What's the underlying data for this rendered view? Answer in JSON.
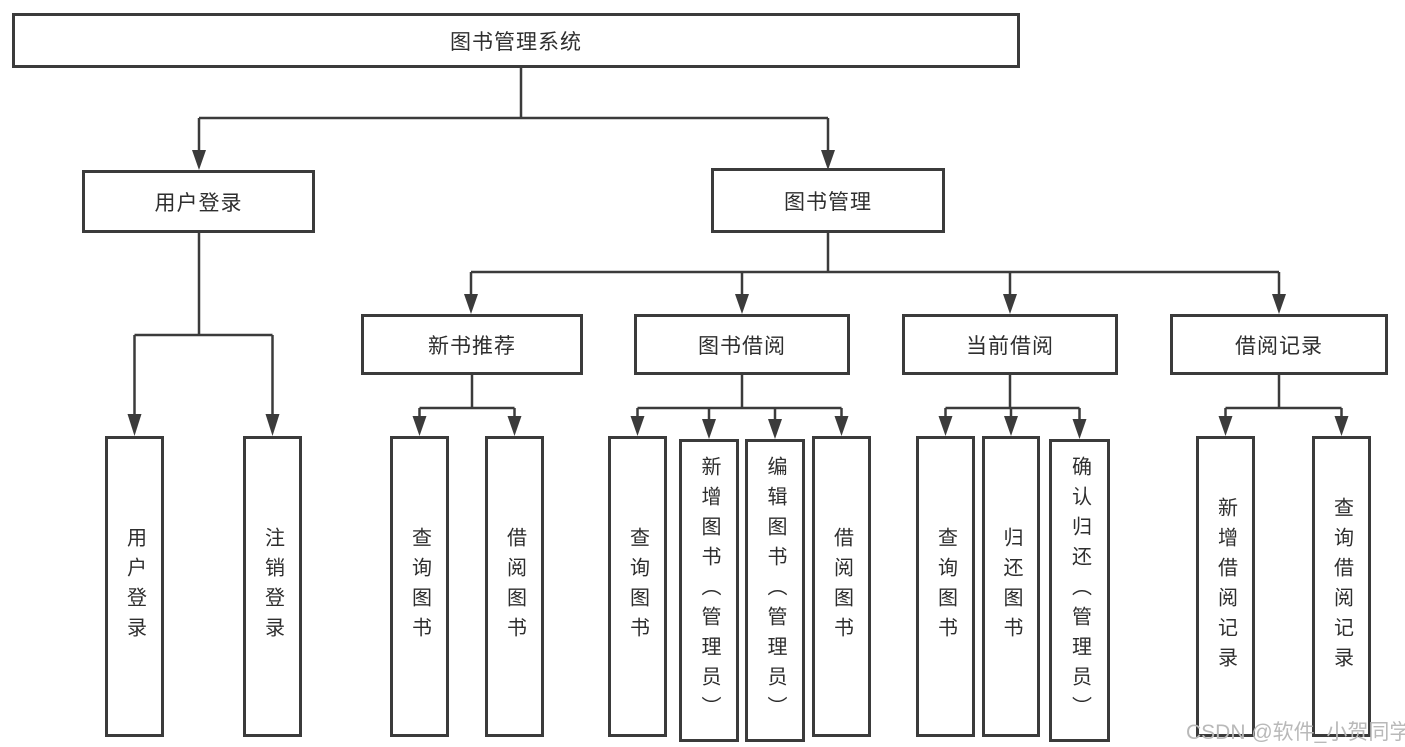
{
  "diagram": {
    "type": "hierarchy-tree",
    "title": "图书管理系统",
    "watermark": "CSDN @软件_小贺同学",
    "colors": {
      "line": "#3b3b3b",
      "box_border": "#3b3b3b",
      "box_fill": "#ffffff",
      "text": "#2e2e2e",
      "watermark": "#b9b9b9",
      "background": "#ffffff"
    },
    "nodes": {
      "root": {
        "label": "图书管理系统"
      },
      "user_login": {
        "label": "用户登录"
      },
      "book_mgmt": {
        "label": "图书管理"
      },
      "new_book_rec": {
        "label": "新书推荐"
      },
      "book_borrow": {
        "label": "图书借阅"
      },
      "current_borrow": {
        "label": "当前借阅"
      },
      "borrow_records": {
        "label": "借阅记录"
      },
      "leaf_user_login": {
        "label": "用户登录"
      },
      "leaf_logout": {
        "label": "注销登录"
      },
      "leaf_query_book_1": {
        "label": "查询图书"
      },
      "leaf_borrow_book_1": {
        "label": "借阅图书"
      },
      "leaf_query_book_2": {
        "label": "查询图书"
      },
      "leaf_add_book": {
        "label": "新增图书（管理员）"
      },
      "leaf_edit_book": {
        "label": "编辑图书（管理员）"
      },
      "leaf_borrow_book_2": {
        "label": "借阅图书"
      },
      "leaf_query_book_3": {
        "label": "查询图书"
      },
      "leaf_return_book": {
        "label": "归还图书"
      },
      "leaf_confirm_return": {
        "label": "确认归还（管理员）"
      },
      "leaf_add_record": {
        "label": "新增借阅记录"
      },
      "leaf_query_record": {
        "label": "查询借阅记录"
      }
    },
    "hierarchy": {
      "图书管理系统": {
        "用户登录": [
          "用户登录",
          "注销登录"
        ],
        "图书管理": {
          "新书推荐": [
            "查询图书",
            "借阅图书"
          ],
          "图书借阅": [
            "查询图书",
            "新增图书（管理员）",
            "编辑图书（管理员）",
            "借阅图书"
          ],
          "当前借阅": [
            "查询图书",
            "归还图书",
            "确认归还（管理员）"
          ],
          "借阅记录": [
            "新增借阅记录",
            "查询借阅记录"
          ]
        }
      }
    }
  }
}
